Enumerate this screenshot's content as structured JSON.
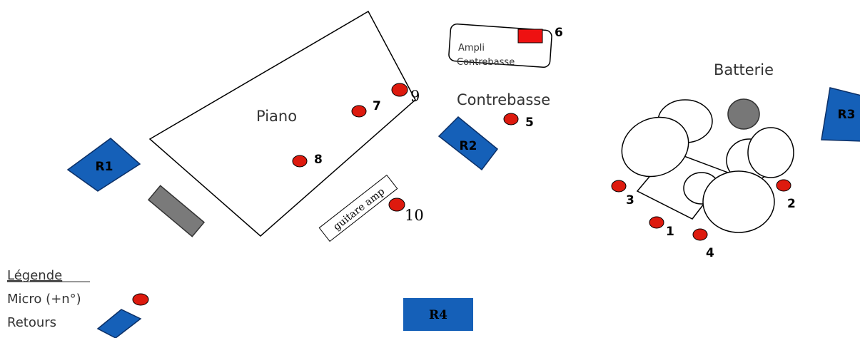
{
  "colors": {
    "monitor": "#1565c0",
    "mic": "#dd1a0e",
    "gray": "#777777",
    "line": "#000000",
    "amp_red": "#ee1111"
  },
  "labels": {
    "piano": "Piano",
    "contrebasse": "Contrebasse",
    "batterie": "Batterie",
    "ampli_line1": "Ampli",
    "ampli_line2": "Contrebasse",
    "guitar_amp": "guitare amp"
  },
  "monitors": {
    "r1": "R1",
    "r2": "R2",
    "r3": "R3",
    "r4": "R4"
  },
  "mics": {
    "m1": "1",
    "m2": "2",
    "m3": "3",
    "m4": "4",
    "m5": "5",
    "m6": "6",
    "m7": "7",
    "m8": "8",
    "m9": "9",
    "m10": "10"
  },
  "legend": {
    "title": "Légende",
    "micro": "Micro (+n°)",
    "retours": "Retours"
  }
}
